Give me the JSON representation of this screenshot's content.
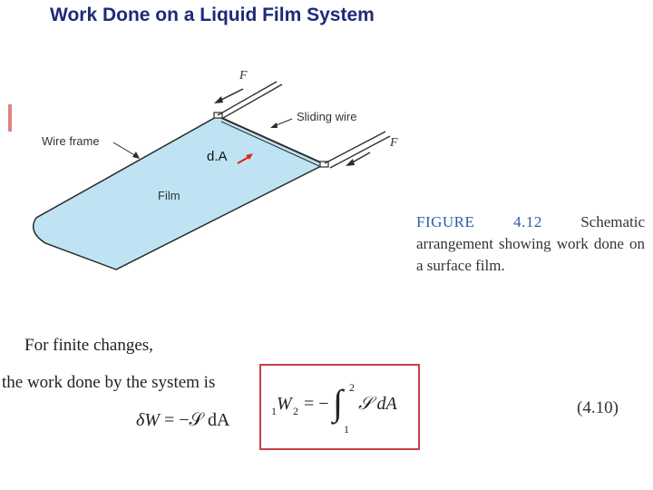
{
  "title": "Work Done on a Liquid Film System",
  "figure": {
    "labels": {
      "force_top": "F",
      "force_right": "F",
      "sliding_wire": "Sliding wire",
      "wire_frame": "Wire frame",
      "film": "Film",
      "dA": "d.A"
    },
    "colors": {
      "film_fill": "#bfe3f2",
      "frame_stroke": "#2b2b2b",
      "arrow_red": "#e02020"
    }
  },
  "caption": {
    "figure_number": "FIGURE 4.12",
    "text": "Schematic arrangement showing work done on a surface film."
  },
  "text": {
    "finite_changes": "For finite changes,",
    "work_done_intro": "the work done by the system is"
  },
  "equations": {
    "differential": {
      "lhs": "δW",
      "rhs": "= −𝒮 dA"
    },
    "integral": {
      "sub_left": "1",
      "W": "W",
      "sub_right": "2",
      "equals": "= −",
      "integral_sign": "∫",
      "upper_limit": "2",
      "lower_limit": "1",
      "integrand": "𝒮 dA"
    },
    "number": "(4.10)"
  }
}
